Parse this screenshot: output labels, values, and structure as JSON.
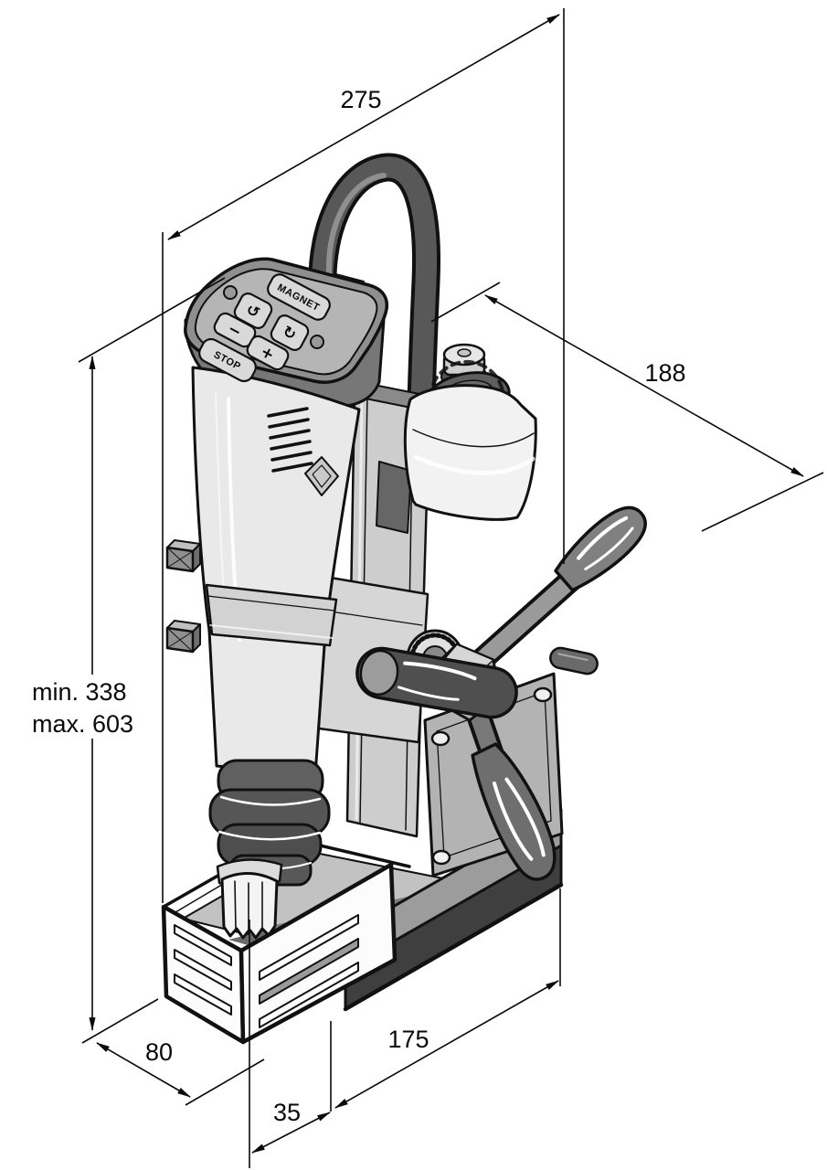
{
  "control_panel": {
    "magnet_label": "MAGNET",
    "stop_label": "STOP",
    "minus_label": "−",
    "plus_label": "+",
    "rotate_ccw_glyph": "↺",
    "rotate_cw_glyph": "↻"
  },
  "dimensions": {
    "overall_depth": "275",
    "overall_width": "188",
    "height_min": "min. 338",
    "height_max": "max. 603",
    "front_overhang": "80",
    "spindle_to_column": "35",
    "base_length": "175"
  }
}
